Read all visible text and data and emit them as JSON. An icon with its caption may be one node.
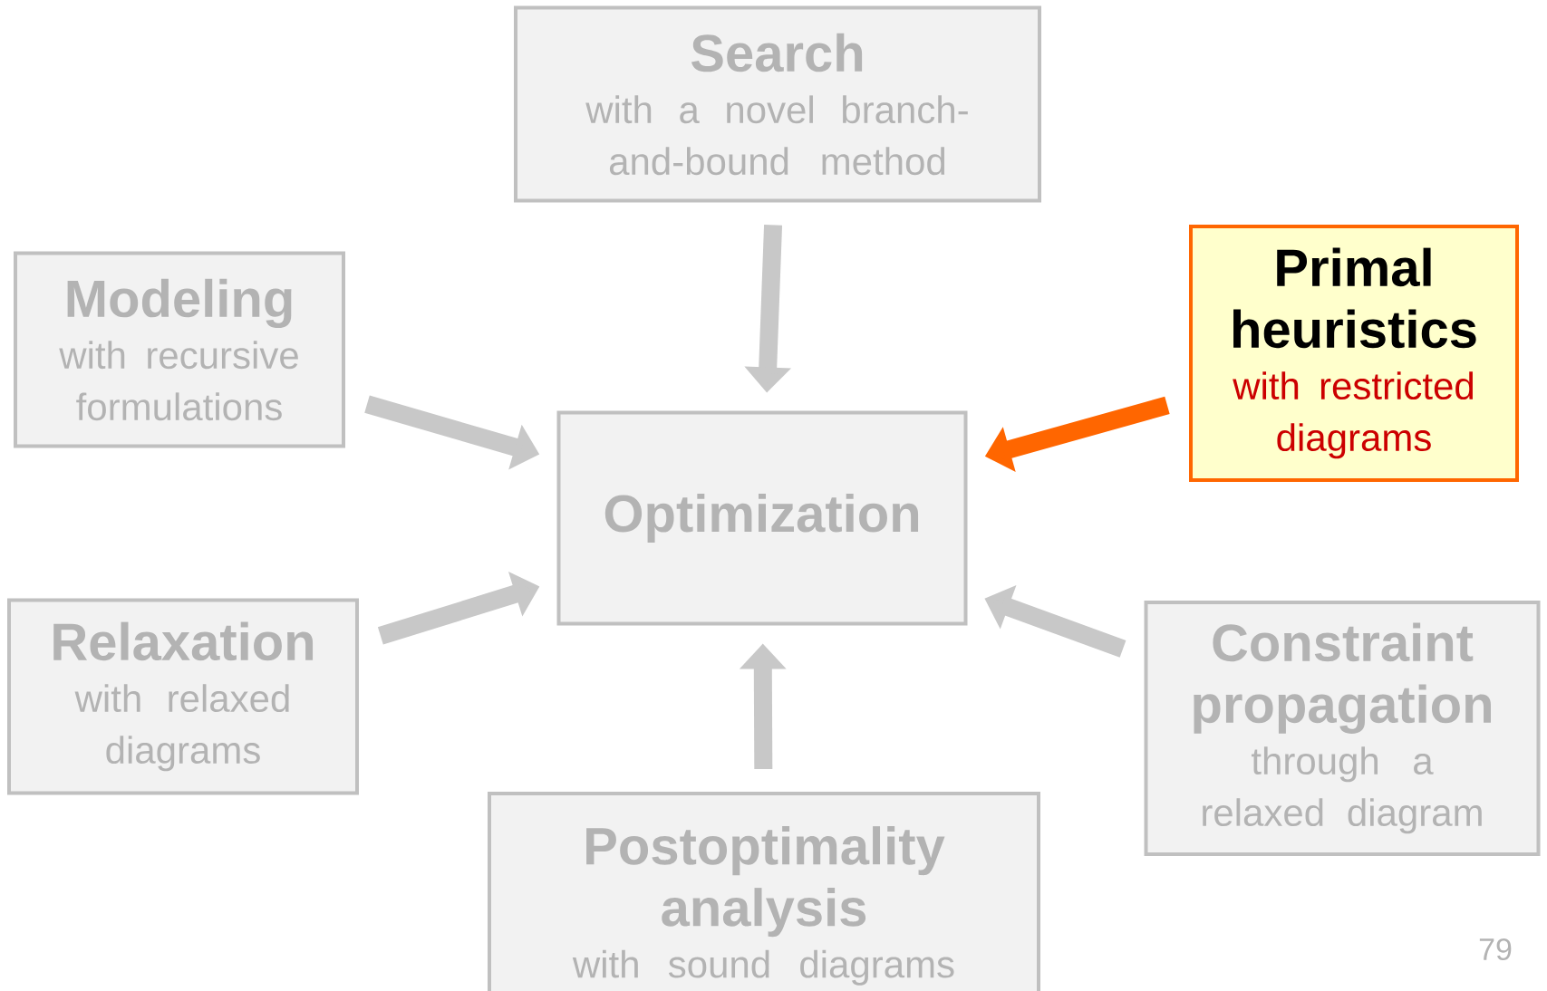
{
  "diagram": {
    "nodes": [
      {
        "text": [
          "Search",
          "with a novel branch-and-bound method"
        ]
      },
      {
        "text": [
          "Modeling",
          "with recursive formulations"
        ]
      },
      {
        "text": [
          "Primal heuristics",
          "with restricted diagrams"
        ]
      },
      {
        "text": [
          "Optimization"
        ]
      },
      {
        "text": [
          "Relaxation",
          "with relaxed diagrams"
        ]
      },
      {
        "text": [
          "Constraint propagation",
          "through a relaxed diagram"
        ]
      },
      {
        "text": [
          "Postoptimality analysis",
          "with sound diagrams"
        ]
      }
    ],
    "edges": [
      {
        "from": 0,
        "to": 3,
        "arrow": "to"
      },
      {
        "from": 1,
        "to": 3,
        "arrow": "to"
      },
      {
        "from": 2,
        "to": 3,
        "arrow": "to",
        "color": "#ff6600"
      },
      {
        "from": 4,
        "to": 3,
        "arrow": "to"
      },
      {
        "from": 5,
        "to": 3,
        "arrow": "to"
      },
      {
        "from": 6,
        "to": 3,
        "arrow": "to"
      }
    ],
    "labels": [
      "79"
    ]
  }
}
